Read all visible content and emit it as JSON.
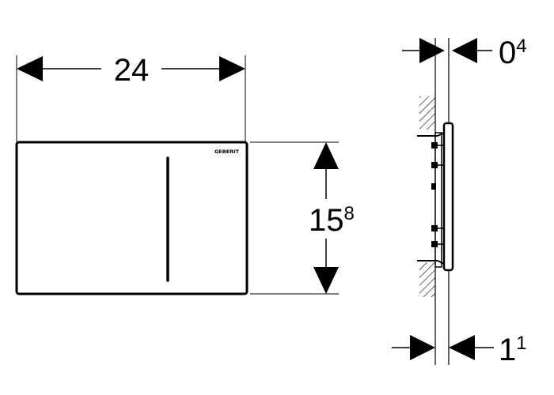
{
  "diagram": {
    "front_view": {
      "width_dimension": "24",
      "height_dimension_main": "15",
      "height_dimension_sup": "8",
      "logo_text": "GEBERIT"
    },
    "side_view": {
      "plate_thickness_main": "0",
      "plate_thickness_sup": "4",
      "frame_depth_main": "1",
      "frame_depth_sup": "1"
    },
    "colors": {
      "line": "#000000",
      "background": "#ffffff"
    }
  }
}
